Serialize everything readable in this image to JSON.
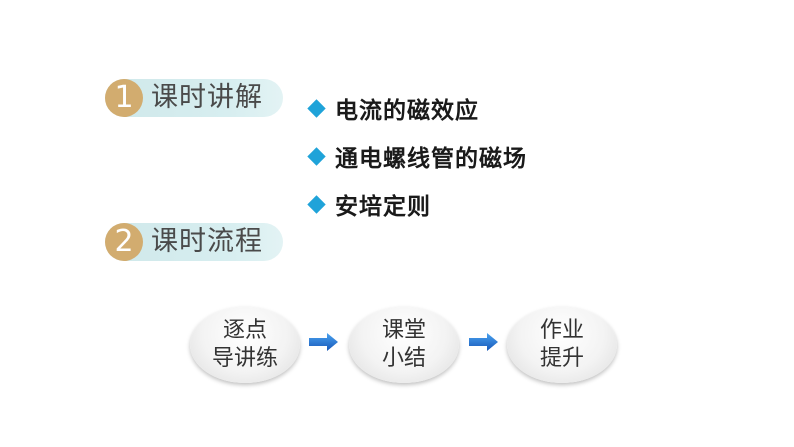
{
  "sections": [
    {
      "number": "1",
      "title": "课时讲解"
    },
    {
      "number": "2",
      "title": "课时流程"
    }
  ],
  "bullets": [
    "电流的磁效应",
    "通电螺线管的磁场",
    "安培定则"
  ],
  "flow": [
    {
      "line1": "逐点",
      "line2": "导讲练"
    },
    {
      "line1": "课堂",
      "line2": "小结"
    },
    {
      "line1": "作业",
      "line2": "提升"
    }
  ],
  "colors": {
    "number_badge": "#d2ac6f",
    "tab_bg": "#cfe8ea",
    "bullet_diamond": "#1fa3d9",
    "arrow": "#1e6fc8"
  },
  "icons": {
    "bullet": "diamond-icon",
    "flow_arrow": "arrow-right-icon"
  }
}
